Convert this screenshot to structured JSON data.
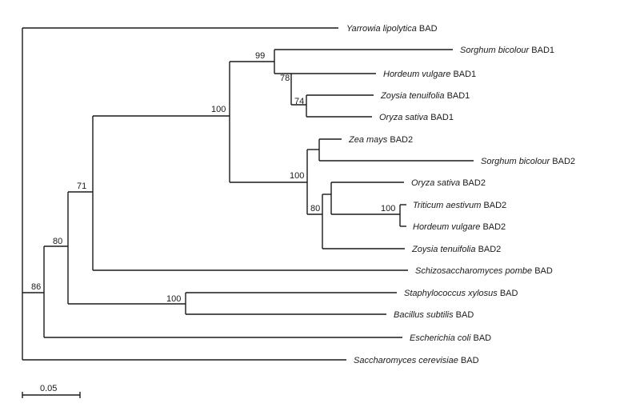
{
  "taxa": [
    {
      "id": "yarrowia",
      "species": "Yarrowia lipolytica",
      "gene": "BAD"
    },
    {
      "id": "sorghum1",
      "species": "Sorghum bicolour",
      "gene": "BAD1"
    },
    {
      "id": "hordeum1",
      "species": "Hordeum vulgare",
      "gene": "BAD1"
    },
    {
      "id": "zoysia1",
      "species": "Zoysia tenuifolia",
      "gene": "BAD1"
    },
    {
      "id": "oryza1",
      "species": "Oryza sativa",
      "gene": "BAD1"
    },
    {
      "id": "zea2",
      "species": "Zea mays",
      "gene": "BAD2"
    },
    {
      "id": "sorghum2",
      "species": "Sorghum bicolour",
      "gene": "BAD2"
    },
    {
      "id": "oryza2",
      "species": "Oryza sativa",
      "gene": "BAD2"
    },
    {
      "id": "triticum2",
      "species": "Triticum aestivum",
      "gene": "BAD2"
    },
    {
      "id": "hordeum2",
      "species": "Hordeum vulgare",
      "gene": "BAD2"
    },
    {
      "id": "zoysia2",
      "species": "Zoysia tenuifolia",
      "gene": "BAD2"
    },
    {
      "id": "schizo",
      "species": "Schizosaccharomyces pombe",
      "gene": "BAD"
    },
    {
      "id": "staph",
      "species": "Staphylococcus xylosus",
      "gene": "BAD"
    },
    {
      "id": "bacillus",
      "species": "Bacillus subtilis",
      "gene": "BAD"
    },
    {
      "id": "ecoli",
      "species": "Escherichia coli",
      "gene": "BAD"
    },
    {
      "id": "sacch",
      "species": "Saccharomyces cerevisiae",
      "gene": "BAD"
    }
  ],
  "support_values": {
    "n99": "99",
    "n78": "78",
    "n74": "74",
    "n100_grass": "100",
    "n100_bad2": "100",
    "n80_bad2": "80",
    "n100_wheat": "100",
    "n71": "71",
    "n80_outer": "80",
    "n86": "86",
    "n100_bact": "100"
  },
  "scale_bar": {
    "label": "0.05"
  }
}
